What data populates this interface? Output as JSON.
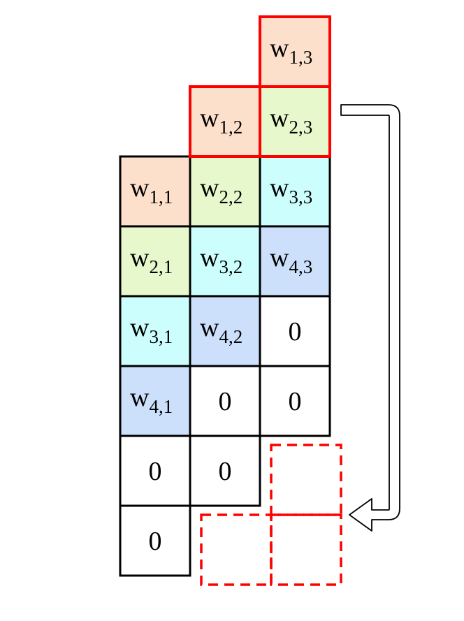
{
  "colors": {
    "w1": "#fde0cc",
    "w2": "#e6f8cc",
    "w3": "#ccfefe",
    "w4": "#cce0fc",
    "zero": "#ffffff",
    "highlight_border": "#ff0000",
    "cell_border": "#000000"
  },
  "cells": [
    {
      "id": "cell-w13",
      "w": "w",
      "sub": "1,3",
      "color": "w1",
      "highlight": true
    },
    {
      "id": "cell-w12",
      "w": "w",
      "sub": "1,2",
      "color": "w1",
      "highlight": true
    },
    {
      "id": "cell-w23",
      "w": "w",
      "sub": "2,3",
      "color": "w2",
      "highlight": true
    },
    {
      "id": "cell-w11",
      "w": "w",
      "sub": "1,1",
      "color": "w1",
      "highlight": false
    },
    {
      "id": "cell-w22",
      "w": "w",
      "sub": "2,2",
      "color": "w2",
      "highlight": false
    },
    {
      "id": "cell-w33",
      "w": "w",
      "sub": "3,3",
      "color": "w3",
      "highlight": false
    },
    {
      "id": "cell-w21",
      "w": "w",
      "sub": "2,1",
      "color": "w2",
      "highlight": false
    },
    {
      "id": "cell-w32",
      "w": "w",
      "sub": "3,2",
      "color": "w3",
      "highlight": false
    },
    {
      "id": "cell-w43",
      "w": "w",
      "sub": "4,3",
      "color": "w4",
      "highlight": false
    },
    {
      "id": "cell-w31",
      "w": "w",
      "sub": "3,1",
      "color": "w3",
      "highlight": false
    },
    {
      "id": "cell-w42",
      "w": "w",
      "sub": "4,2",
      "color": "w4",
      "highlight": false
    },
    {
      "id": "cell-zero-a",
      "w": "0",
      "sub": "",
      "color": "zero",
      "highlight": false
    },
    {
      "id": "cell-w41",
      "w": "w",
      "sub": "4,1",
      "color": "w4",
      "highlight": false
    },
    {
      "id": "cell-zero-b",
      "w": "0",
      "sub": "",
      "color": "zero",
      "highlight": false
    },
    {
      "id": "cell-zero-c",
      "w": "0",
      "sub": "",
      "color": "zero",
      "highlight": false
    },
    {
      "id": "cell-zero-d",
      "w": "0",
      "sub": "",
      "color": "zero",
      "highlight": false
    },
    {
      "id": "cell-zero-e",
      "w": "0",
      "sub": "",
      "color": "zero",
      "highlight": false
    },
    {
      "id": "cell-zero-f",
      "w": "0",
      "sub": "",
      "color": "zero",
      "highlight": false
    }
  ],
  "dashed_slots": [
    {
      "id": "dashed-slot-top"
    },
    {
      "id": "dashed-slot-bottom-left"
    },
    {
      "id": "dashed-slot-bottom-right"
    }
  ]
}
